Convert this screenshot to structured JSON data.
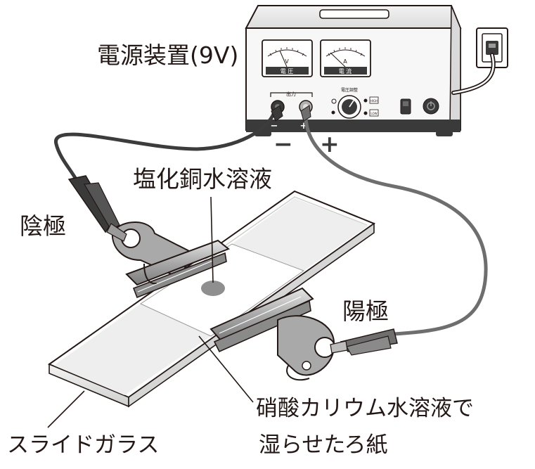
{
  "labels": {
    "power_supply": "電源装置(9V)",
    "copper_solution": "塩化銅水溶液",
    "cathode": "陰極",
    "anode": "陽極",
    "filter_paper_line1": "硝酸カリウム水溶液で",
    "filter_paper_line2": "湿らせたろ紙",
    "slide_glass": "スライドガラス",
    "minus_sign": "−",
    "plus_sign": "+"
  },
  "panel": {
    "voltmeter_unit": "V",
    "voltmeter_caption": "電 圧",
    "ammeter_unit": "A",
    "ammeter_caption": "電 流",
    "output_label": "出力",
    "terminal_minus": "−",
    "terminal_plus": "+",
    "knob_label": "電圧調整",
    "knob_high": "HIGH",
    "knob_low": "LOW"
  },
  "colors": {
    "ink": "#231815",
    "cable": "#3c3c3c",
    "red_cable": "#6e6e6e",
    "metal": "#b9b9b9",
    "solution": "#8f8f8f"
  },
  "icons": [
    "power-outlet-icon",
    "power-button-icon",
    "switch-icon",
    "knob-icon"
  ]
}
